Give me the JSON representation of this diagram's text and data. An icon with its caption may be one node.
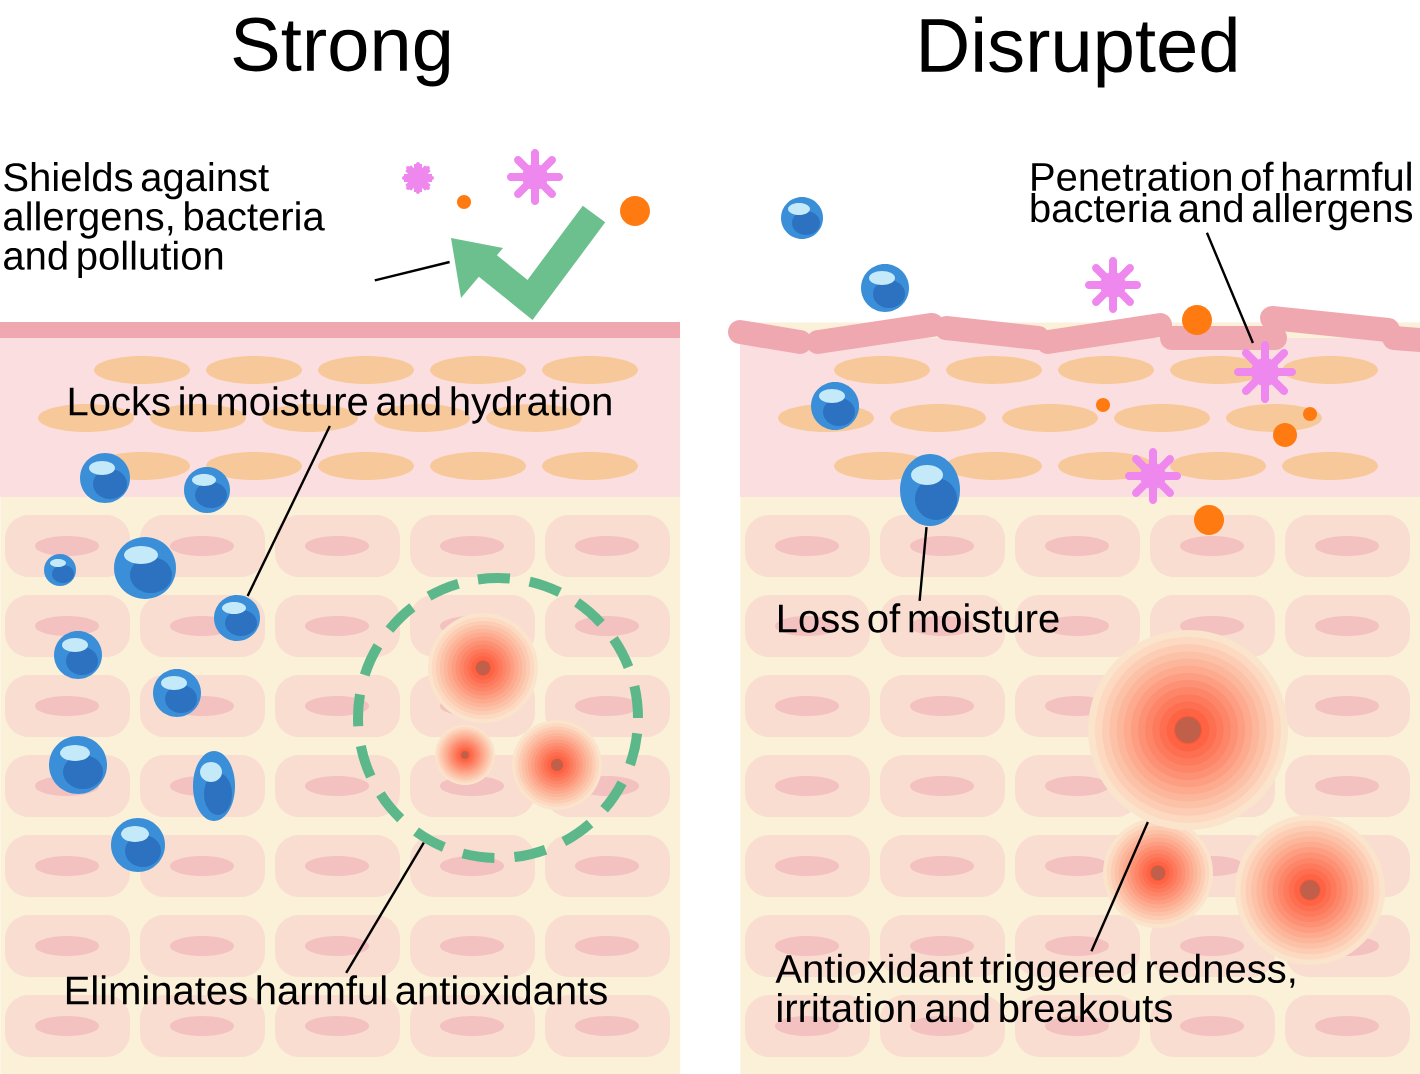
{
  "diagram": {
    "nodes": [
      {
        "text": [],
        "shape": "box"
      },
      {
        "text": [],
        "shape": "box"
      },
      {
        "text": [
          "Shields against allergens, bacteria and pollution"
        ]
      },
      {
        "text": [],
        "shape": "picture"
      },
      {
        "text": [
          "Locks in moisture and hydration"
        ],
        "in": 0
      },
      {
        "text": [],
        "shape": "picture",
        "in": 0
      },
      {
        "text": [
          "Eliminates harmful antioxidants"
        ],
        "in": 0
      },
      {
        "text": [],
        "shape": "circle",
        "in": 0
      },
      {
        "text": [
          "Penetration of harmful bacteria and allergens"
        ]
      },
      {
        "text": [],
        "shape": "picture",
        "in": 1
      },
      {
        "text": [
          "Loss of moisture"
        ],
        "in": 1
      },
      {
        "text": [],
        "shape": "picture",
        "in": 1
      },
      {
        "text": [
          "Antioxidant triggered redness, irritation and breakouts"
        ],
        "in": 1
      },
      {
        "text": [],
        "shape": "picture",
        "in": 1
      },
      {
        "text": [],
        "shape": "picture",
        "in": 0
      },
      {
        "text": [],
        "shape": "picture",
        "in": 0
      },
      {
        "text": [],
        "shape": "picture",
        "in": 0
      },
      {
        "text": [],
        "shape": "picture",
        "in": 0
      },
      {
        "text": [],
        "shape": "picture",
        "in": 0
      },
      {
        "text": [],
        "shape": "picture",
        "in": 0
      },
      {
        "text": [],
        "shape": "picture",
        "in": 0
      },
      {
        "text": [],
        "shape": "picture",
        "in": 0
      },
      {
        "text": [],
        "shape": "picture",
        "in": 0
      },
      {
        "text": [],
        "shape": "picture"
      },
      {
        "text": [],
        "shape": "picture"
      },
      {
        "text": [],
        "shape": "picture",
        "in": 1
      }
    ],
    "edges": [
      {
        "from": 2,
        "to": 3,
        "arrow": "none"
      },
      {
        "from": 4,
        "to": 5,
        "arrow": "none"
      },
      {
        "from": 6,
        "to": 7,
        "arrow": "none"
      },
      {
        "from": 8,
        "to": 9,
        "arrow": "none"
      },
      {
        "from": 10,
        "to": 11,
        "arrow": "none"
      },
      {
        "from": 12,
        "to": 13,
        "arrow": "none"
      }
    ],
    "labels": [
      "Strong",
      "Disrupted"
    ]
  }
}
